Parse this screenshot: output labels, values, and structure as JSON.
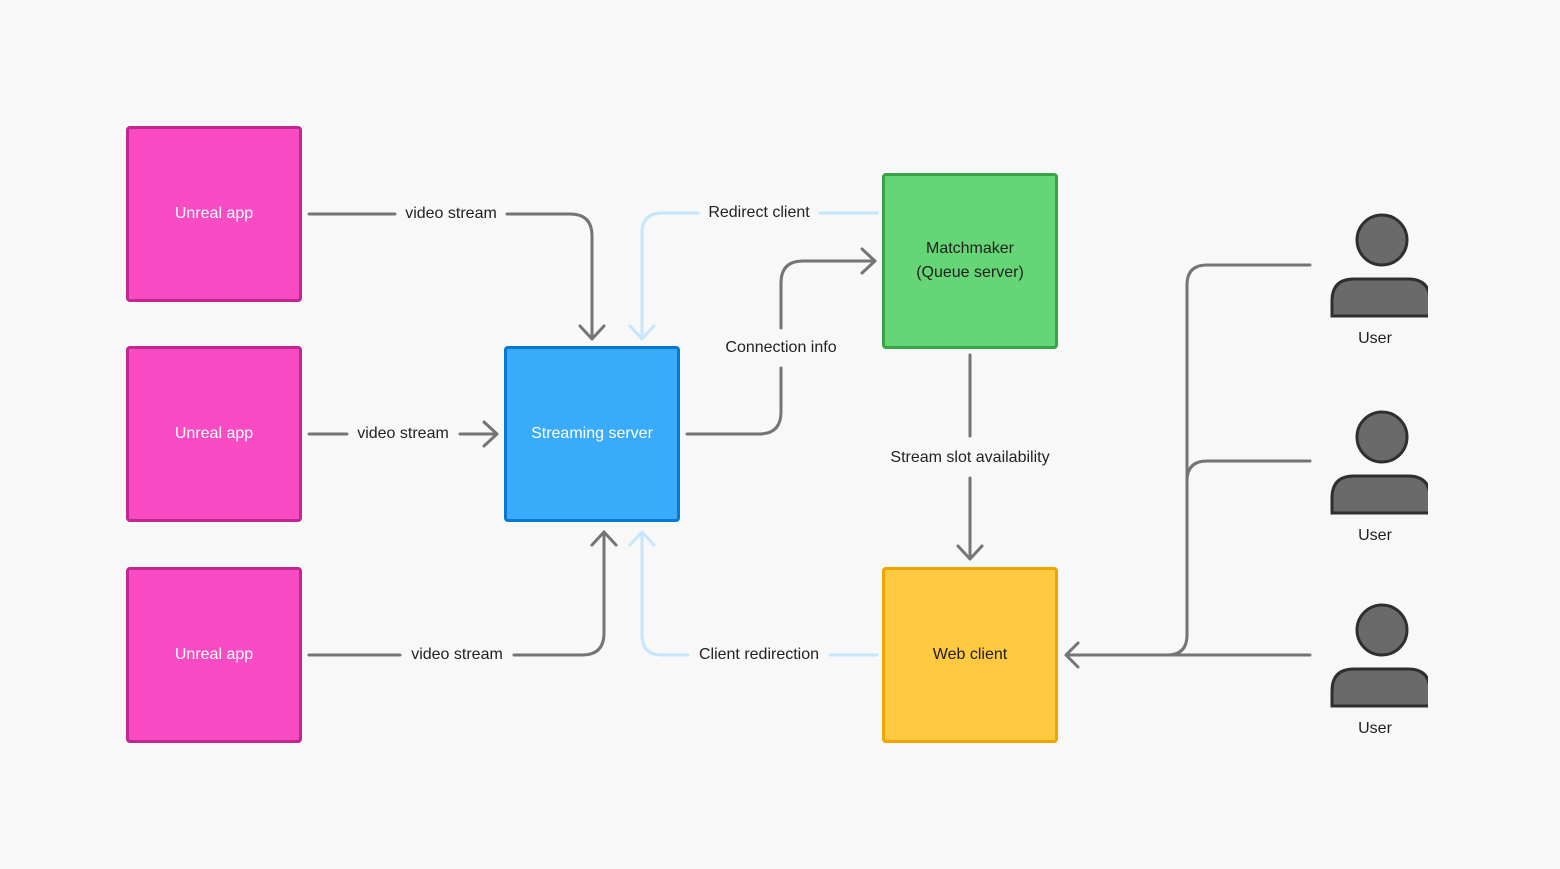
{
  "nodes": {
    "app1": "Unreal app",
    "app2": "Unreal app",
    "app3": "Unreal app",
    "streaming_server": "Streaming server",
    "matchmaker": "Matchmaker\n(Queue server)",
    "web_client": "Web client"
  },
  "edges": {
    "video_stream_1": "video stream",
    "video_stream_2": "video stream",
    "video_stream_3": "video stream",
    "redirect_client": "Redirect client",
    "connection_info": "Connection info",
    "stream_slot_availability": "Stream slot availability",
    "client_redirection": "Client redirection"
  },
  "users": [
    {
      "label": "User"
    },
    {
      "label": "User"
    },
    {
      "label": "User"
    }
  ],
  "colors": {
    "unreal_app": "#f84bc4",
    "streaming_server": "#3aabfb",
    "matchmaker": "#65d576",
    "web_client": "#ffc941",
    "connector": "#757575",
    "redirect_connector": "#c6e6fb",
    "user_icon": "#6a6a6a"
  }
}
